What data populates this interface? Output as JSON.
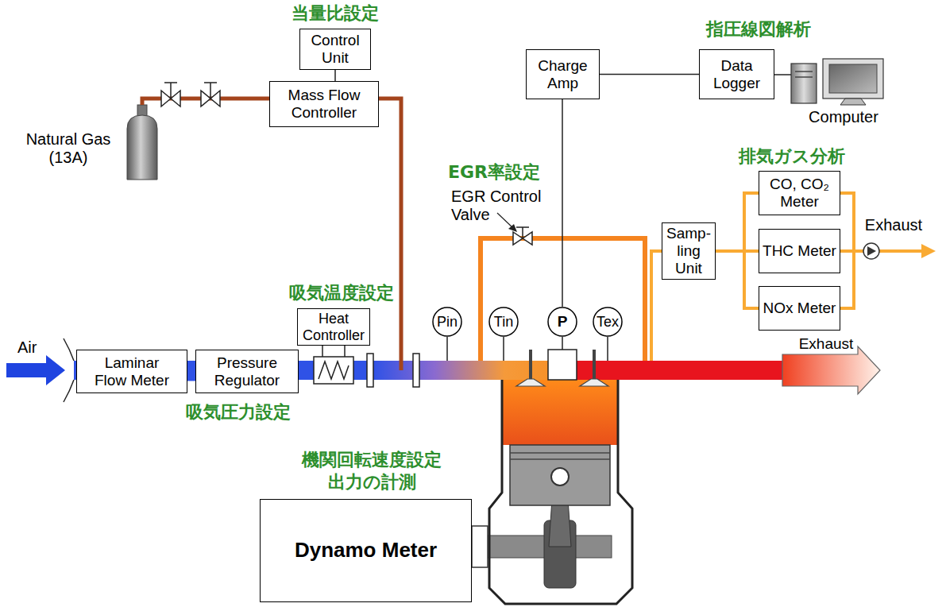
{
  "diagram": {
    "nodes": [
      {
        "text": [
          "Control Unit"
        ]
      },
      {
        "text": [
          "Mass Flow Controller"
        ]
      },
      {
        "text": [
          "Charge Amp"
        ]
      },
      {
        "text": [
          "Data Logger"
        ]
      },
      {
        "text": [
          "CO, CO₂ Meter"
        ]
      },
      {
        "text": [
          "Samp-ling Unit"
        ]
      },
      {
        "text": [
          "THC Meter"
        ]
      },
      {
        "text": [
          "NOx Meter"
        ]
      },
      {
        "text": [
          "Heat Controller"
        ]
      },
      {
        "text": [
          "Pin"
        ]
      },
      {
        "text": [
          "Tin"
        ]
      },
      {
        "text": [
          "P"
        ]
      },
      {
        "text": [
          "Tex"
        ]
      },
      {
        "text": [
          "Laminar Flow Meter"
        ]
      },
      {
        "text": [
          "Pressure Regulator"
        ]
      },
      {
        "text": [
          "Dynamo Meter"
        ]
      }
    ],
    "edges": [
      {
        "from": 0,
        "to": 1,
        "arrow": "none"
      },
      {
        "from": 2,
        "to": 3,
        "arrow": "none"
      },
      {
        "from": 2,
        "to": 11,
        "arrow": "none"
      },
      {
        "from": 5,
        "to": 4,
        "arrow": "none"
      },
      {
        "from": 5,
        "to": 6,
        "arrow": "none"
      },
      {
        "from": 5,
        "to": 7,
        "arrow": "none"
      },
      {
        "from": 13,
        "to": 14,
        "arrow": "none"
      }
    ],
    "labels": [
      "当量比設定",
      "指圧線図解析",
      "Natural Gas (13A)",
      "Computer",
      "EGR率設定",
      "排気ガス分析",
      "EGR Control Valve",
      "Exhaust",
      "吸気温度設定",
      "Air",
      "Exhaust",
      "吸気圧力設定",
      "機関回転速度設定",
      "出力の計測"
    ]
  }
}
